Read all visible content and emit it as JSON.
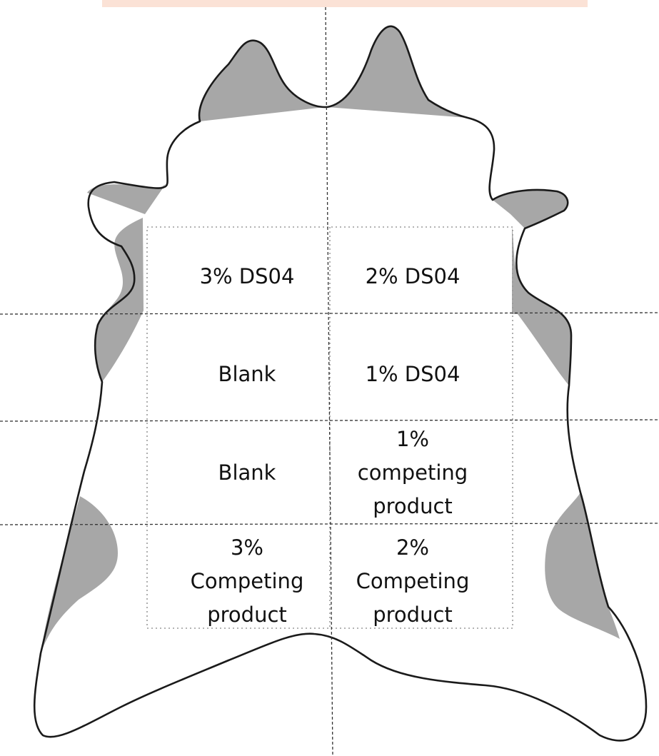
{
  "diagram": {
    "colors": {
      "banner": "#fbe2d6",
      "hide_fill": "#ffffff",
      "hide_outline": "#1a1a1a",
      "trimmed_area": "#a7a7a7",
      "guide_lines": "#333333",
      "grid_lines": "#9a9a9a",
      "text": "#111111"
    },
    "grid": {
      "rows": 4,
      "columns": 2,
      "cells": [
        {
          "lines": [
            "3% DS04"
          ]
        },
        {
          "lines": [
            "2% DS04"
          ]
        },
        {
          "lines": [
            "Blank"
          ]
        },
        {
          "lines": [
            "1% DS04"
          ]
        },
        {
          "lines": [
            "Blank"
          ]
        },
        {
          "lines": [
            "1%",
            "competing",
            "product"
          ]
        },
        {
          "lines": [
            "3%",
            "Competing",
            "product"
          ]
        },
        {
          "lines": [
            "2%",
            "Competing",
            "product"
          ]
        }
      ]
    }
  }
}
